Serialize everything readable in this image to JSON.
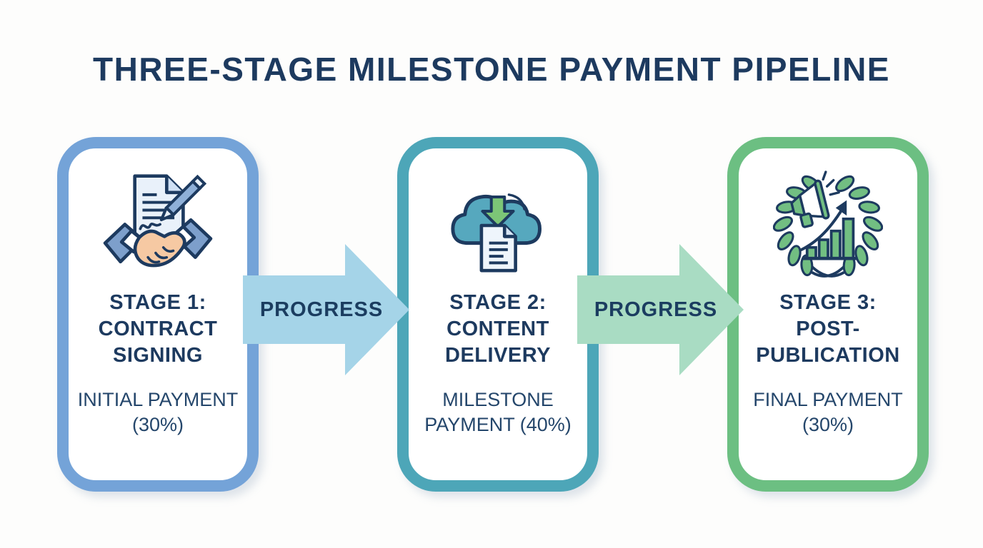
{
  "title": "THREE-STAGE MILESTONE PAYMENT PIPELINE",
  "colors": {
    "title_text": "#1d3a5f",
    "body_text": "#24466b",
    "background": "#fdfdfc",
    "stage1_border": "#74a3d8",
    "stage2_border": "#4da6b8",
    "stage3_border": "#6cbf82",
    "arrow1_fill": "#a5d4e8",
    "arrow2_fill": "#a9dcc3"
  },
  "stages": [
    {
      "icon": "contract-signing-icon",
      "heading_lines": [
        "STAGE 1:",
        "CONTRACT",
        "SIGNING"
      ],
      "payment_lines": [
        "INITIAL PAYMENT",
        "(30%)"
      ]
    },
    {
      "icon": "cloud-download-icon",
      "heading_lines": [
        "STAGE 2:",
        "CONTENT",
        "DELIVERY"
      ],
      "payment_lines": [
        "MILESTONE",
        "PAYMENT (40%)"
      ]
    },
    {
      "icon": "laurel-growth-icon",
      "heading_lines": [
        "STAGE 3:",
        "POST-",
        "PUBLICATION"
      ],
      "payment_lines": [
        "FINAL PAYMENT",
        "(30%)"
      ]
    }
  ],
  "arrows": [
    {
      "label": "PROGRESS",
      "fill": "#a5d4e8"
    },
    {
      "label": "PROGRESS",
      "fill": "#a9dcc3"
    }
  ]
}
